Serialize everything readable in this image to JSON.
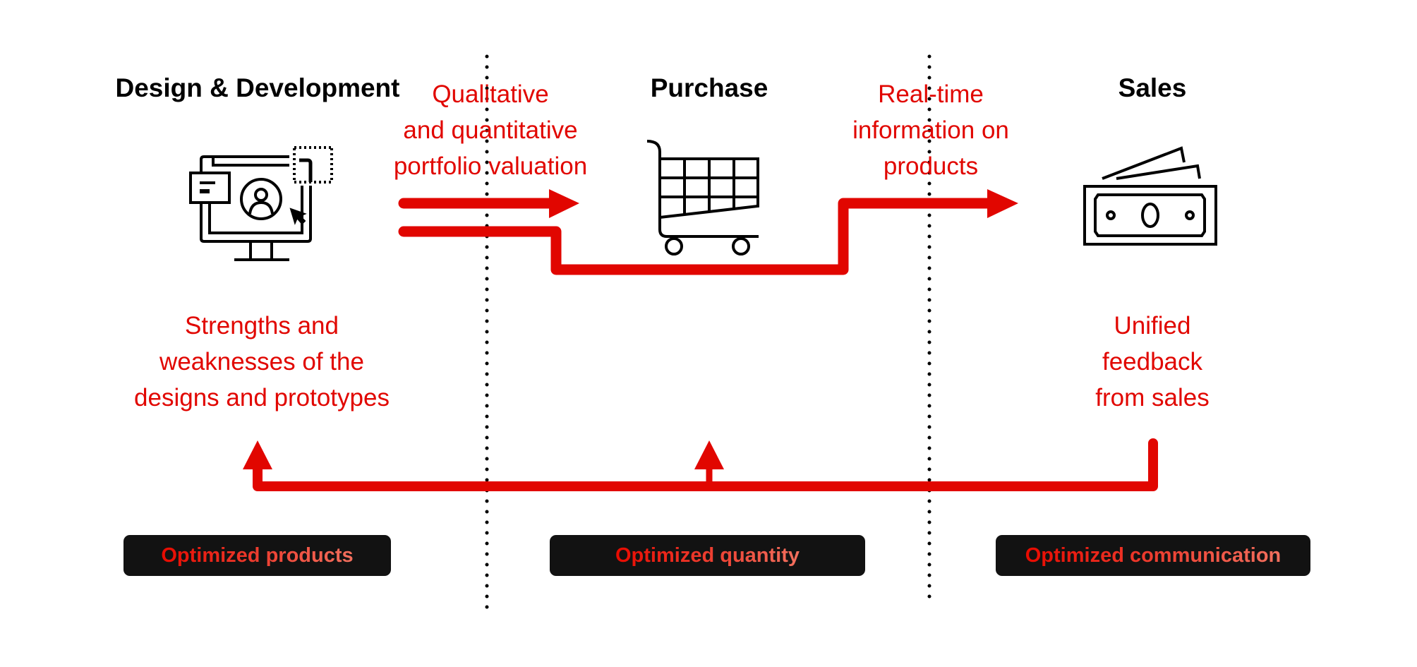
{
  "stages": [
    {
      "title": "Design & Development",
      "icon": "monitor-design-icon"
    },
    {
      "title": "Purchase",
      "icon": "shopping-cart-icon"
    },
    {
      "title": "Sales",
      "icon": "banknotes-icon"
    }
  ],
  "flows": {
    "design_to_purchase": [
      "Qualitative",
      "and quantitative",
      "portfolio valuation"
    ],
    "purchase_to_sales": [
      "Real-time",
      "information on",
      "products"
    ]
  },
  "feedback": {
    "design": [
      "Strengths and",
      "weaknesses of the",
      "designs and prototypes"
    ],
    "sales": [
      "Unified",
      "feedback",
      "from sales"
    ]
  },
  "outcomes": [
    "Optimized products",
    "Optimized quantity",
    "Optimized communication"
  ],
  "colors": {
    "accent": "#e10600",
    "box": "#121212",
    "icon": "#000000"
  }
}
